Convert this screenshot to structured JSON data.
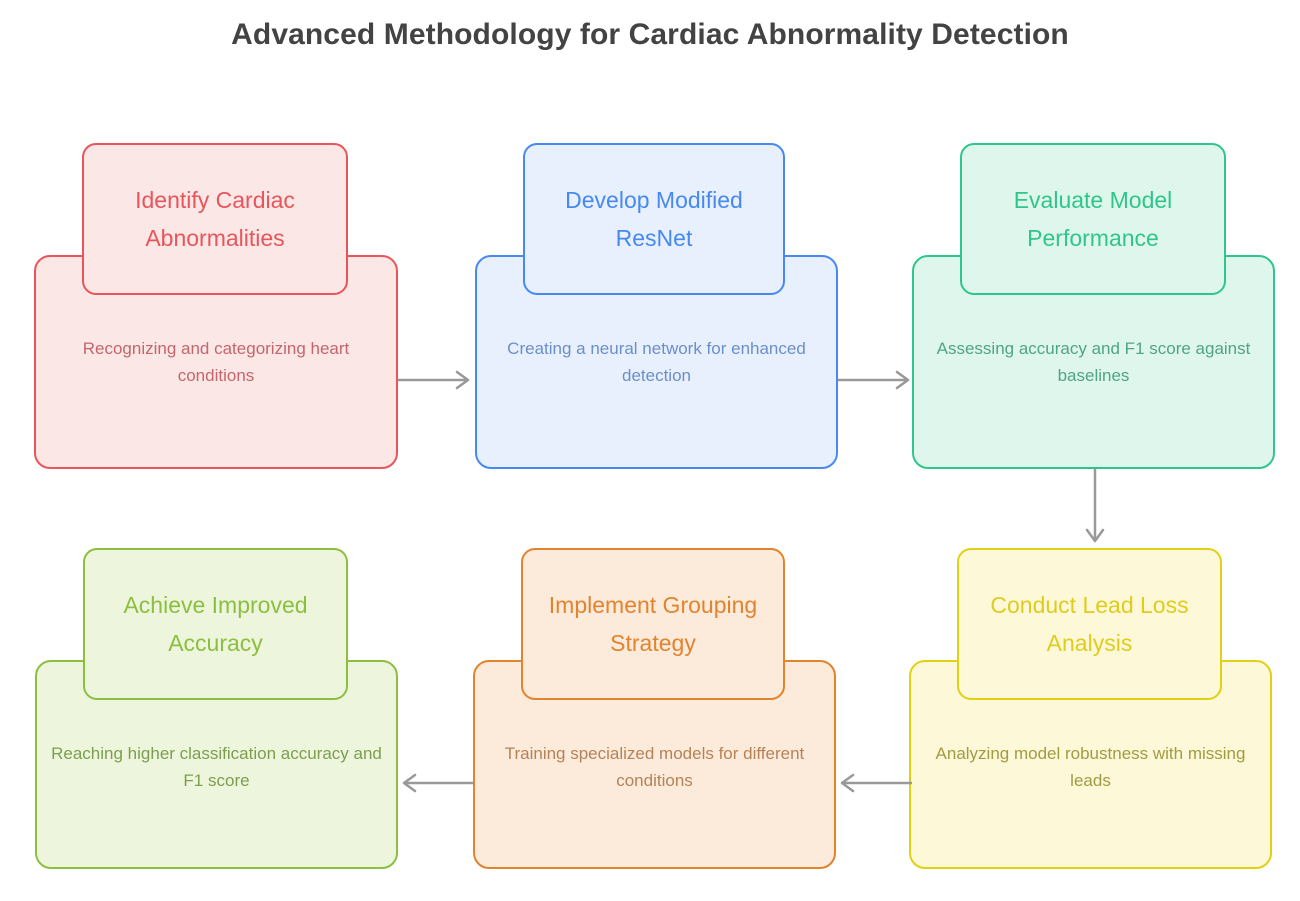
{
  "title": "Advanced Methodology for Cardiac Abnormality Detection",
  "title_color": "#434343",
  "connector_color": "#999999",
  "nodes": [
    {
      "id": "identify-cardiac-abnormalities",
      "heading": "Identify Cardiac Abnormalities",
      "description": "Recognizing and categorizing heart conditions",
      "color": "#E8555A",
      "fill": "#FCE7E7",
      "text_color": "#E8555A",
      "desc_color": "#C4666B"
    },
    {
      "id": "develop-modified-resnet",
      "heading": "Develop Modified ResNet",
      "description": "Creating a neural network for enhanced detection",
      "color": "#4789F0",
      "fill": "#E8F0FE",
      "text_color": "#4789F0",
      "desc_color": "#6B8FC9"
    },
    {
      "id": "evaluate-model-performance",
      "heading": "Evaluate Model Performance",
      "description": "Assessing accuracy and F1 score against baselines",
      "color": "#2FC68B",
      "fill": "#DFF6EC",
      "text_color": "#2FC68B",
      "desc_color": "#4FA585"
    },
    {
      "id": "conduct-lead-loss-analysis",
      "heading": "Conduct Lead Loss Analysis",
      "description": "Analyzing model robustness with missing leads",
      "color": "#E2D015",
      "fill": "#FCF8D8",
      "text_color": "#E0CC1C",
      "desc_color": "#A39B41"
    },
    {
      "id": "implement-grouping-strategy",
      "heading": "Implement Grouping Strategy",
      "description": "Training specialized models for different conditions",
      "color": "#E2832E",
      "fill": "#FCEBDA",
      "text_color": "#E2832E",
      "desc_color": "#B68258"
    },
    {
      "id": "achieve-improved-accuracy",
      "heading": "Achieve Improved Accuracy",
      "description": "Reaching higher classification accuracy and F1 score",
      "color": "#8CBF3F",
      "fill": "#EDF6DC",
      "text_color": "#8CBF3F",
      "desc_color": "#7D9E4F"
    }
  ],
  "connectors": [
    {
      "id": "identify-to-develop",
      "direction": "right"
    },
    {
      "id": "develop-to-evaluate",
      "direction": "right"
    },
    {
      "id": "evaluate-to-conduct",
      "direction": "down"
    },
    {
      "id": "conduct-to-implement",
      "direction": "left"
    },
    {
      "id": "implement-to-achieve",
      "direction": "left"
    }
  ]
}
